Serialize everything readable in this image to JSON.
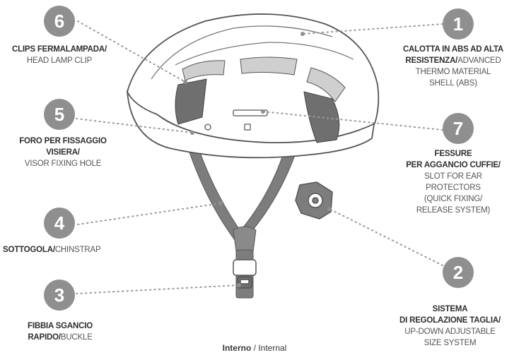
{
  "colors": {
    "badge": "#8f8f8f",
    "helmet_fill": "#ffffff",
    "helmet_line": "#555555",
    "strap": "#7d7d7d",
    "vent_dark": "#6f6f6f",
    "leader": "#9a9a9a"
  },
  "callouts": [
    {
      "num": "1",
      "bold": "CALOTTA IN ABS AD ALTA",
      "bold2": "RESISTENZA/",
      "text": "ADVANCED",
      "text2": "THERMO MATERIAL",
      "text3": "SHELL (ABS)"
    },
    {
      "num": "2",
      "bold": "SISTEMA",
      "bold2": "DI REGOLAZIONE TAGLIA/",
      "text": "UP-DOWN ADJUSTABLE",
      "text2": "SIZE SYSTEM"
    },
    {
      "num": "3",
      "bold": "FIBBIA SGANCIO",
      "bold2": "RAPIDO/",
      "text": "BUCKLE"
    },
    {
      "num": "4",
      "bold": "SOTTOGOLA/",
      "text": "CHINSTRAP"
    },
    {
      "num": "5",
      "bold": "FORO PER FISSAGGIO",
      "bold2": "VISIERA/",
      "text": "VISOR FIXING HOLE"
    },
    {
      "num": "6",
      "bold": "CLIPS FERMALAMPADA/",
      "text": "HEAD LAMP CLIP"
    },
    {
      "num": "7",
      "bold": "FESSURE",
      "bold2": "PER AGGANCIO CUFFIE/",
      "text": "SLOT FOR EAR",
      "text2": "PROTECTORS",
      "text3": "(QUICK FIXING/",
      "text4": "RELEASE SYSTEM)"
    }
  ],
  "caption": {
    "bold": "Interno",
    "text": " / Internal"
  }
}
